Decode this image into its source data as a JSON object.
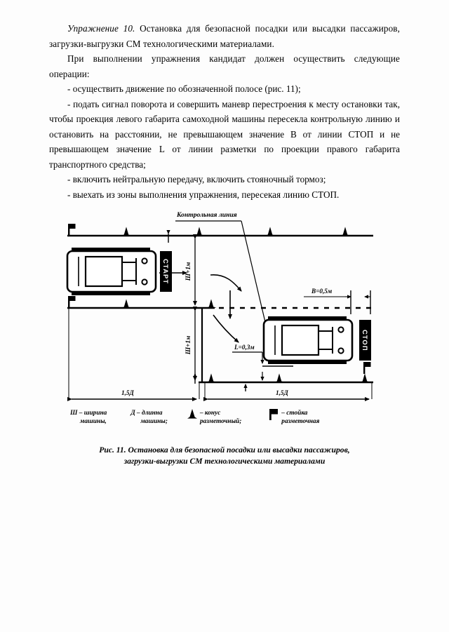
{
  "document": {
    "exercise_title_italic": "Упражнение 10.",
    "exercise_title_rest": " Остановка для безопасной посадки или высадки пассажиров, загрузки-выгрузки СМ технологическими материалами.",
    "intro": "При выполнении упражнения кандидат должен осуществить следующие операции:",
    "steps": [
      "- осуществить движение по обозначенной полосе (рис. 11);",
      "- подать сигнал поворота и совершить маневр перестроения к месту остановки так, чтобы проекция левого габарита самоходной машины пересекла контрольную линию и остановить на расстоянии, не превышающем значение В от линии СТОП и не превышающем значение L от линии разметки по проекции правого габарита транспортного средства;",
      "- включить  нейтральную передачу, включить стояночный тормоз;",
      "- выехать из зоны выполнения упражнения, пересекая линию СТОП."
    ]
  },
  "figure": {
    "control_line_label": "Контрольная линия",
    "start_badge": "СТАРТ",
    "stop_badge": "СТОП",
    "dimensions": {
      "lane_width_top": "Ш+1м",
      "lane_width_bottom": "Ш+1м",
      "length_left": "1,5Д",
      "length_right": "1,5Д",
      "b_value": "B=0,5м",
      "l_value": "L=0,3м"
    },
    "legend": [
      {
        "symbol": "",
        "text_line1": "Ш – ширина",
        "text_line2": "машины,"
      },
      {
        "symbol": "",
        "text_line1": "Д – длинна",
        "text_line2": "машины;"
      },
      {
        "symbol": "cone-icon",
        "text_line1": "– конус",
        "text_line2": "разметочный;"
      },
      {
        "symbol": "post-flag-icon",
        "text_line1": "– стойка",
        "text_line2": "разметочная"
      }
    ],
    "caption_line1": "Рис. 11. Остановка для безопасной посадки или высадки пассажиров,",
    "caption_line2": "загрузки-выгрузки СМ технологическими материалами"
  },
  "colors": {
    "ink": "#000000",
    "paper": "#fdfdfd"
  }
}
